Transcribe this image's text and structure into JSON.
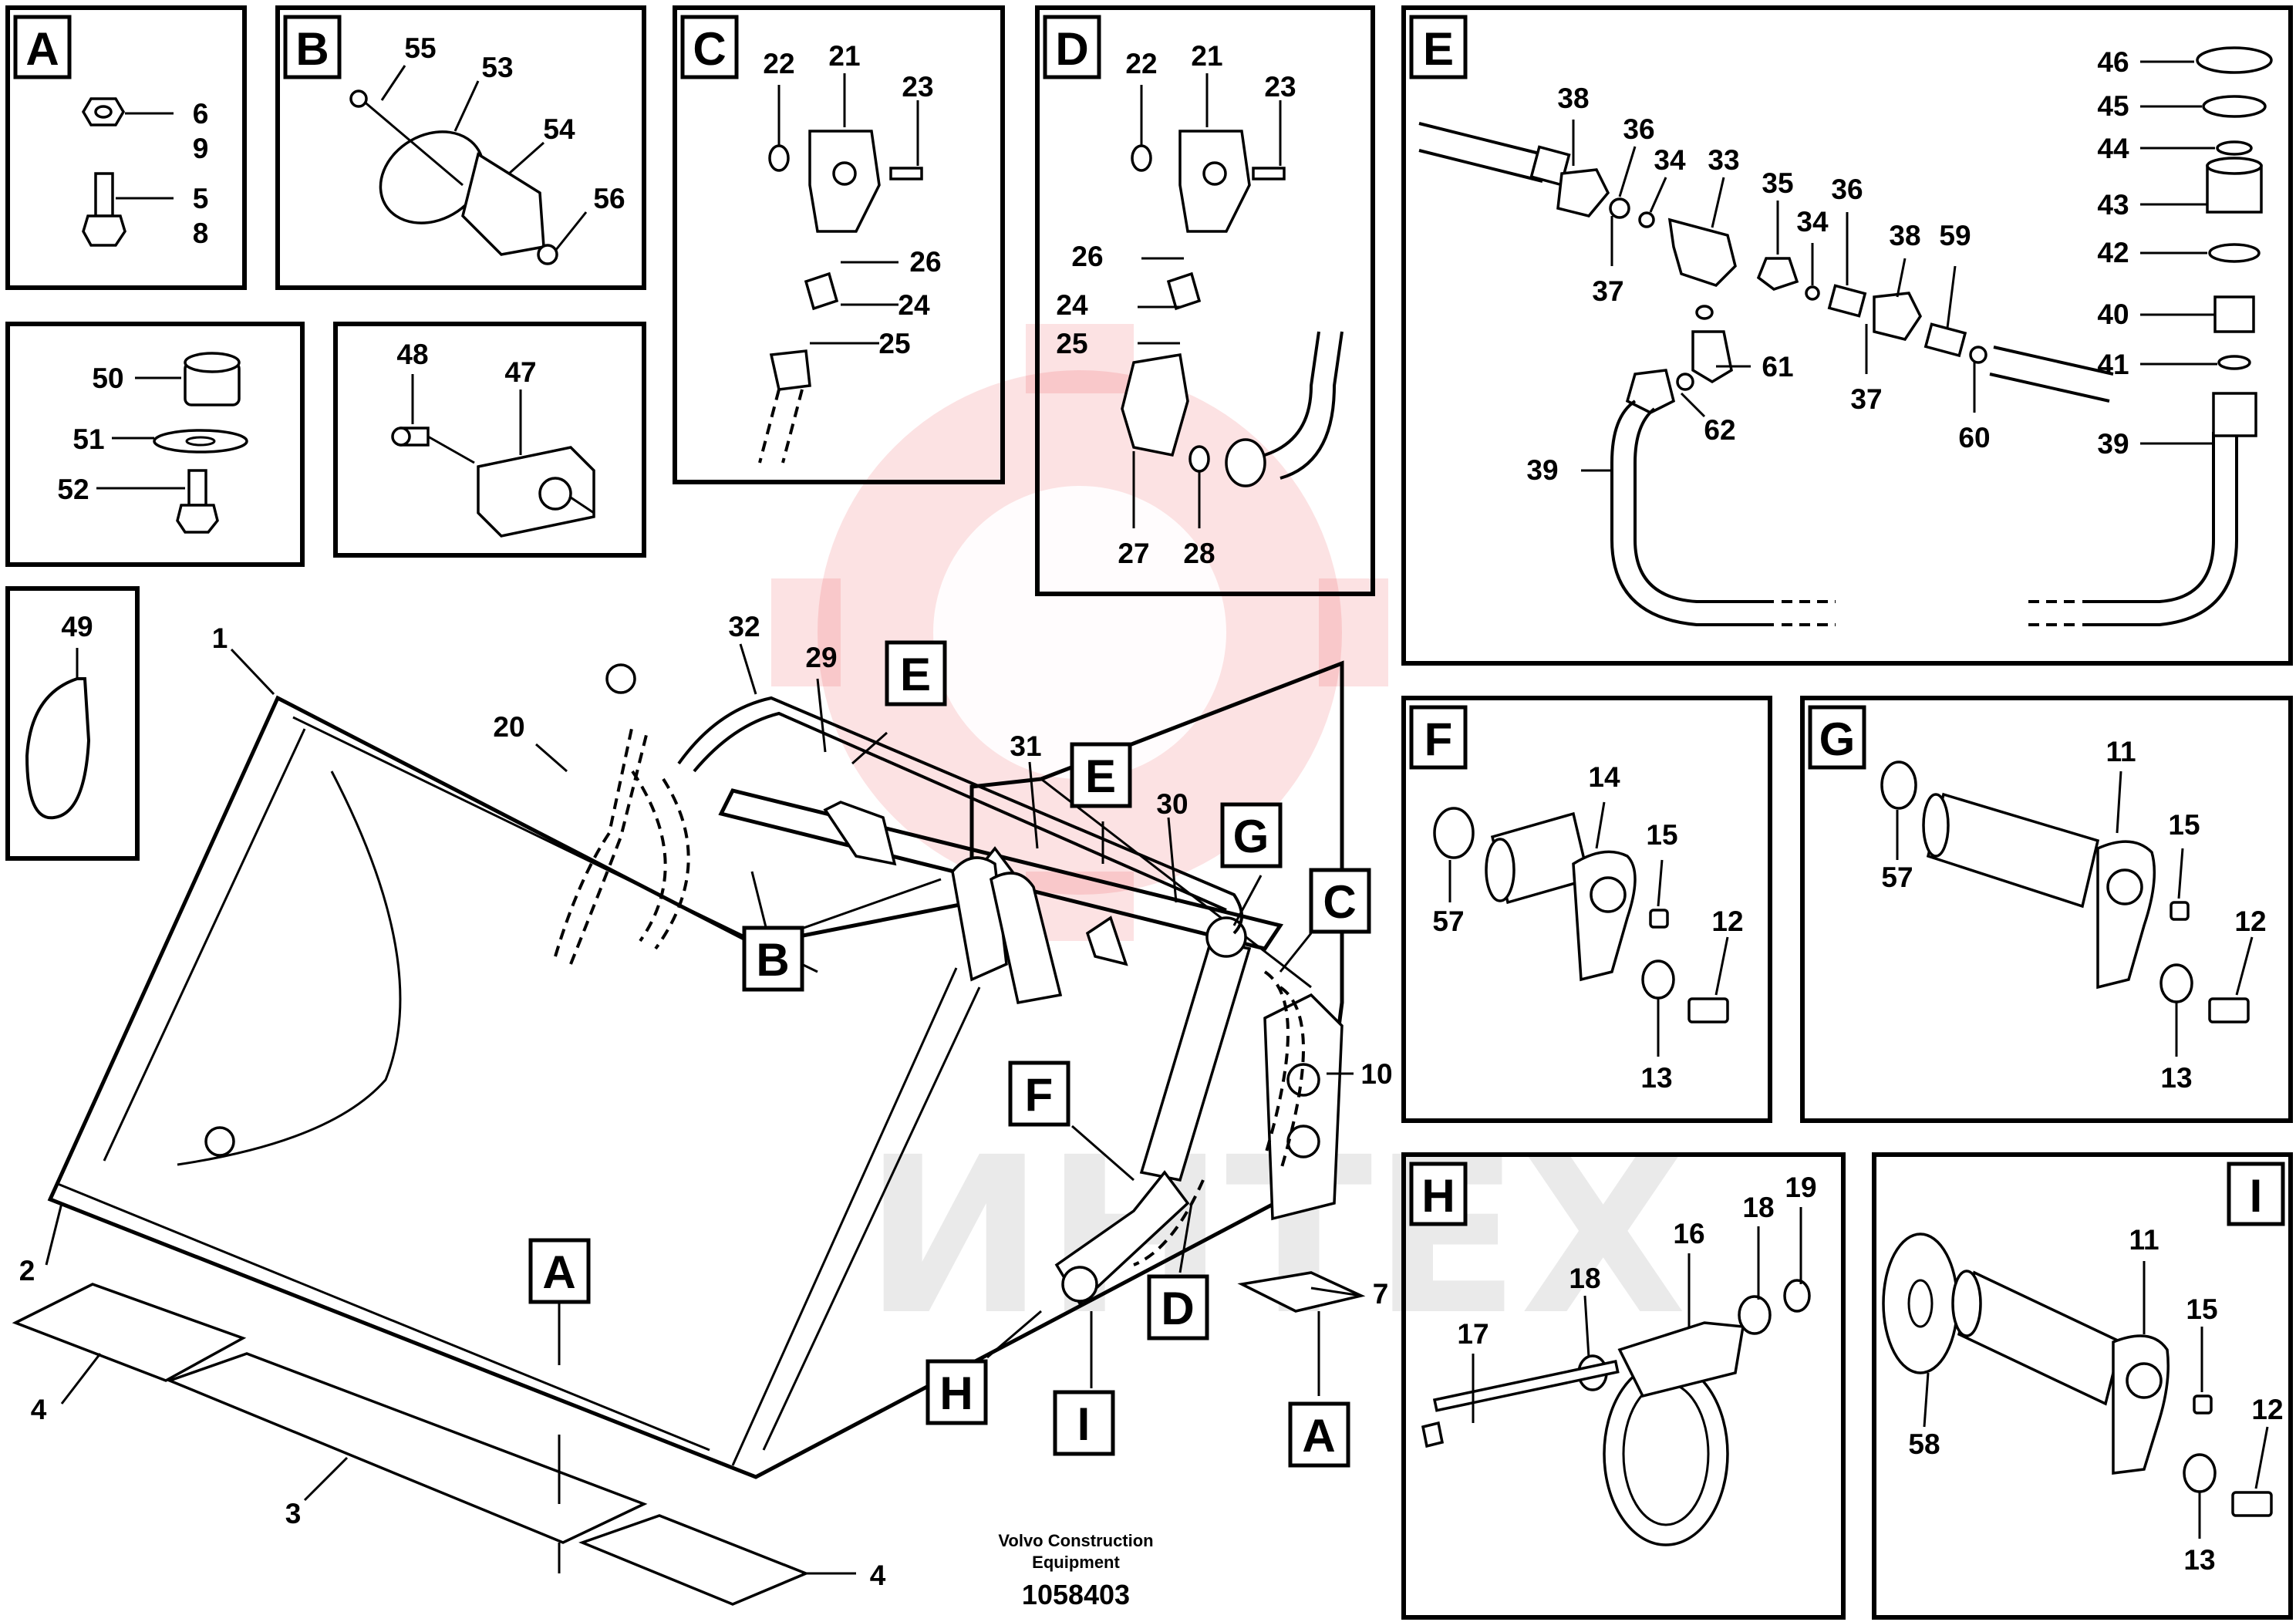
{
  "footer": {
    "brand_line1": "Volvo Construction",
    "brand_line2": "Equipment",
    "drawing_number": "1058403"
  },
  "watermark_text": "ИНТЕХ",
  "sections": {
    "A": {
      "label": "A",
      "parts": [
        "6",
        "9",
        "5",
        "8"
      ]
    },
    "B": {
      "label": "B",
      "parts": [
        "55",
        "53",
        "54",
        "56"
      ]
    },
    "C": {
      "label": "C",
      "parts": [
        "22",
        "21",
        "23",
        "26",
        "24",
        "25"
      ]
    },
    "D": {
      "label": "D",
      "parts": [
        "22",
        "21",
        "23",
        "26",
        "24",
        "25",
        "27",
        "28"
      ]
    },
    "E": {
      "label": "E",
      "parts": [
        "38",
        "36",
        "34",
        "33",
        "35",
        "36",
        "34",
        "38",
        "59",
        "37",
        "61",
        "62",
        "37",
        "60",
        "39",
        "39",
        "46",
        "45",
        "44",
        "43",
        "42",
        "40",
        "41"
      ]
    },
    "F": {
      "label": "F",
      "parts": [
        "14",
        "15",
        "57",
        "12",
        "13"
      ]
    },
    "G": {
      "label": "G",
      "parts": [
        "11",
        "15",
        "57",
        "12",
        "13"
      ]
    },
    "H": {
      "label": "H",
      "parts": [
        "16",
        "18",
        "19",
        "18",
        "17"
      ]
    },
    "I": {
      "label": "I",
      "parts": [
        "11",
        "15",
        "58",
        "12",
        "13"
      ]
    },
    "clamp": {
      "parts": [
        "50",
        "51",
        "52"
      ]
    },
    "block": {
      "parts": [
        "48",
        "47"
      ]
    },
    "tie": {
      "parts": [
        "49"
      ]
    }
  },
  "main": {
    "callouts": [
      "1",
      "2",
      "3",
      "4",
      "4",
      "7",
      "10",
      "20",
      "29",
      "30",
      "31",
      "32"
    ],
    "tags": [
      "A",
      "A",
      "B",
      "C",
      "D",
      "E",
      "E",
      "F",
      "G",
      "H",
      "I"
    ]
  }
}
